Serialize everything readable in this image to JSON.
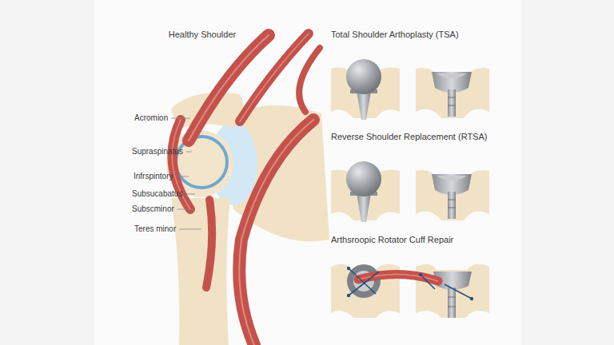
{
  "diagram": {
    "labels": [
      "Healthy Shoulder",
      "Total Shoulder Arthoplasty (TSA)",
      "Acromion",
      "Reverse Shoulder Replacement (RTSA)",
      "Supraspinatus",
      "Infrspintory",
      "Subsucabatus",
      "Subscminor",
      "Teres minor",
      "Arthsroopic Rotator Cuff Repair"
    ]
  }
}
